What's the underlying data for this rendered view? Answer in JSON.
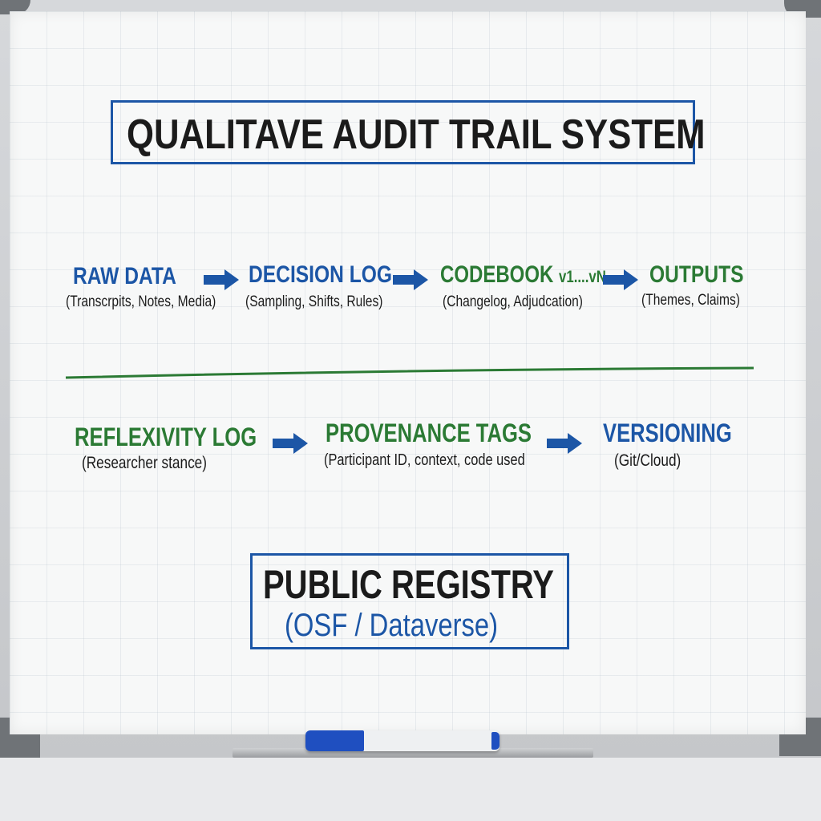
{
  "title": "QUALITAVE AUDIT TRAIL SYSTEM",
  "row1": [
    {
      "label": "RAW DATA",
      "sub": "(Transcrpits, Notes, Media)",
      "color": "#1c56a6"
    },
    {
      "label": "DECISION LOG",
      "sub": "(Sampling, Shifts, Rules)",
      "color": "#1c56a6"
    },
    {
      "label": "CODEBOOK",
      "version": "v1....vN",
      "sub": "(Changelog, Adjudcation)",
      "color": "#2b7a34"
    },
    {
      "label": "OUTPUTS",
      "sub": "(Themes, Claims)",
      "color": "#2b7a34"
    }
  ],
  "row2": [
    {
      "label": "REFLEXIVITY LOG",
      "sub": "(Researcher stance)",
      "color": "#2b7a34"
    },
    {
      "label": "PROVENANCE TAGS",
      "sub": "(Participant ID, context, code used",
      "color": "#2b7a34"
    },
    {
      "label": "VERSIONING",
      "sub": "(Git/Cloud)",
      "color": "#1c56a6"
    }
  ],
  "registry": {
    "title": "PUBLIC REGISTRY",
    "sub": "(OSF / Dataverse)"
  },
  "colors": {
    "arrow": "#1c56a6",
    "divider": "#2b7a34",
    "box": "#1c56a6"
  }
}
